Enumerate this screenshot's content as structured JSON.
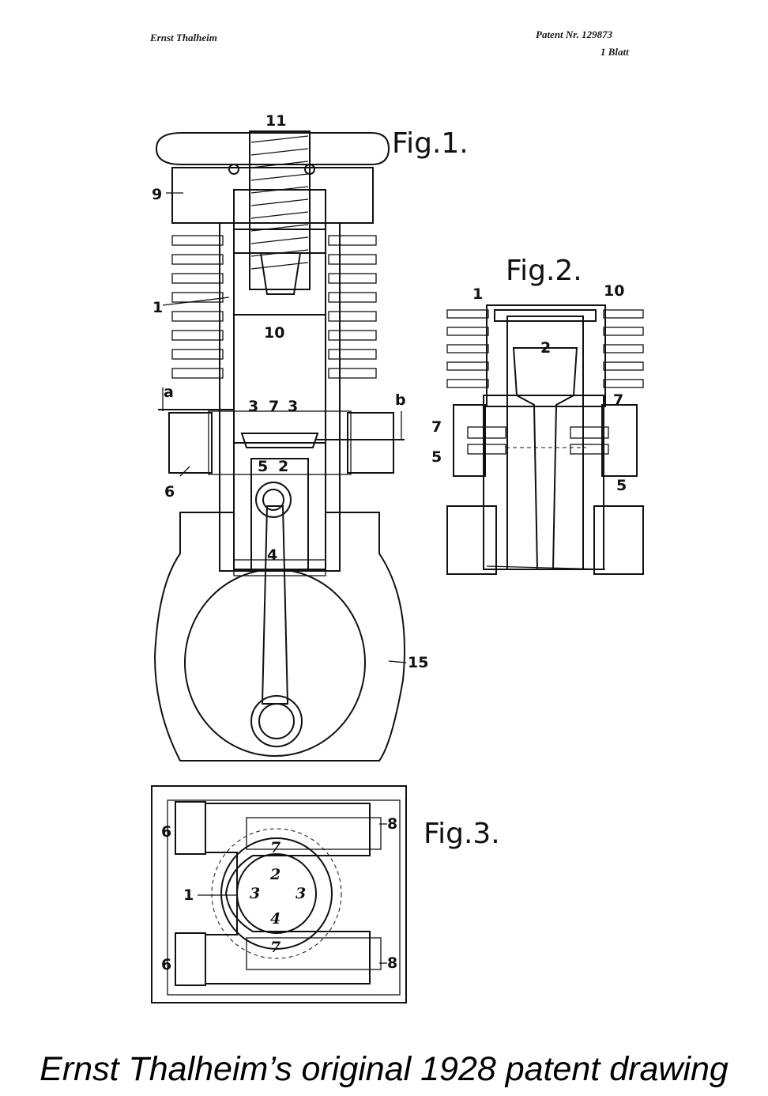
{
  "header": {
    "inventor": "Ernst Thalheim",
    "patent": "Patent Nr. 129873",
    "sheet": "1 Blatt"
  },
  "figures": {
    "fig1": "Fig.1.",
    "fig2": "Fig.2.",
    "fig3": "Fig.3."
  },
  "labels": {
    "n1": "1",
    "n2": "2",
    "n3": "3",
    "n4": "4",
    "n5": "5",
    "n6": "6",
    "n7": "7",
    "n8": "8",
    "n9": "9",
    "n10": "10",
    "n11": "11",
    "n15": "15",
    "a": "a",
    "b": "b"
  },
  "caption": "Ernst Thalheim’s original 1928 patent drawing"
}
